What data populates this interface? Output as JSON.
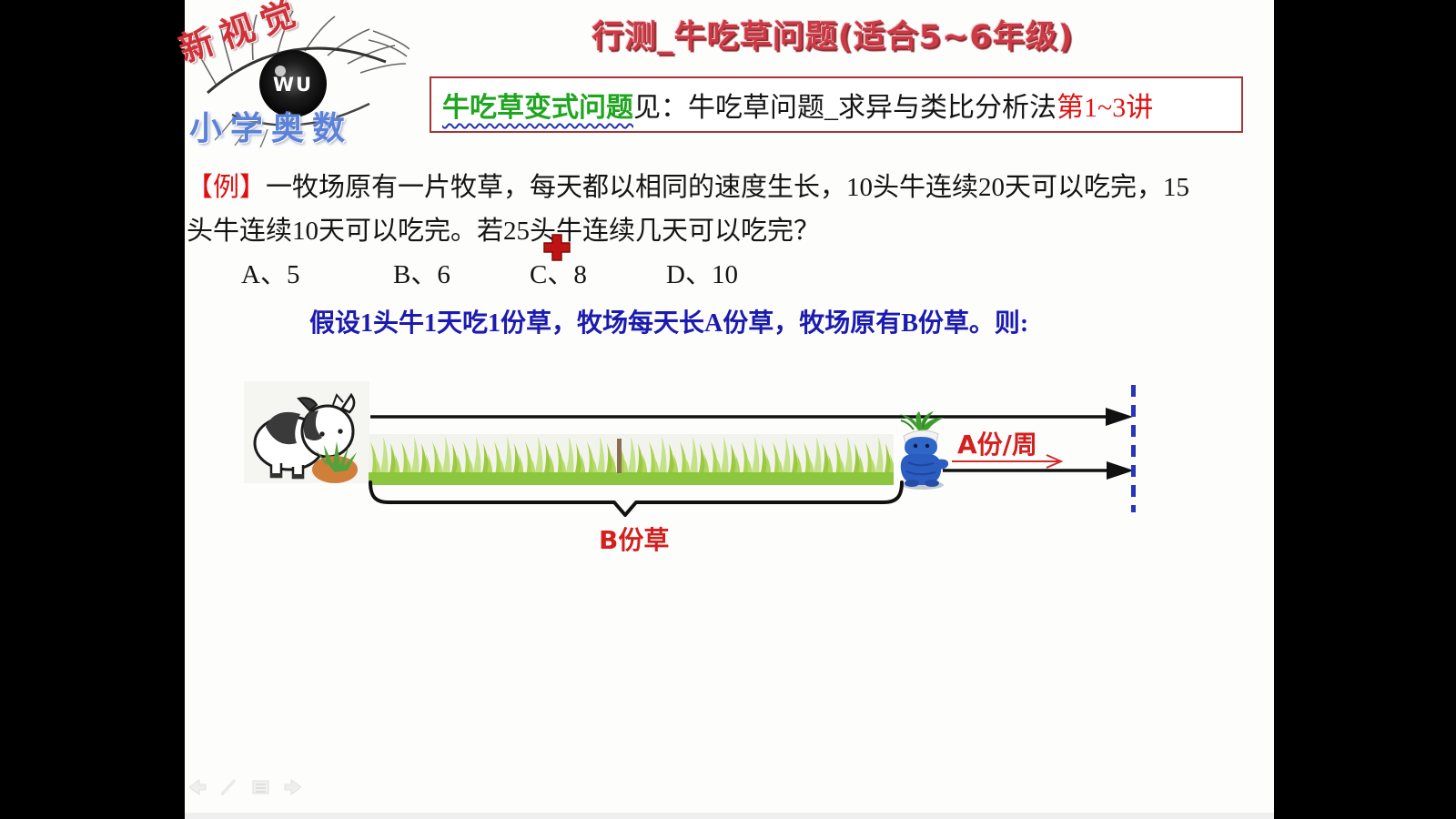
{
  "logo": {
    "brand_top": "新视觉",
    "brand_center": "WU",
    "brand_bottom": "小学奥数"
  },
  "header": {
    "title": "行测_牛吃草问题(适合5~6年级)"
  },
  "reference_box": {
    "link_text": "牛吃草变式问题",
    "body_text": "见：牛吃草问题_求异与类比分析法",
    "emphasis_text": "第1~3讲"
  },
  "problem": {
    "tag": "【例】",
    "line1": "一牧场原有一片牧草，每天都以相同的速度生长，10头牛连续20天可以吃完，15",
    "line2": "头牛连续10天可以吃完。若25头牛连续几天可以吃完？",
    "options": [
      "A、5",
      "B、6",
      "C、8",
      "D、10"
    ]
  },
  "assumption": "假设1头牛1天吃1份草，牧场每天长A份草，牧场原有B份草。则:",
  "diagram": {
    "rate_label": "A份/周",
    "initial_label": "B份草"
  },
  "colors": {
    "accent_red": "#d41f1f",
    "link_green": "#1fa51f",
    "text_blue": "#1b1bb0",
    "dashed_blue": "#2535c0",
    "grass_green": "#8cc63e"
  }
}
